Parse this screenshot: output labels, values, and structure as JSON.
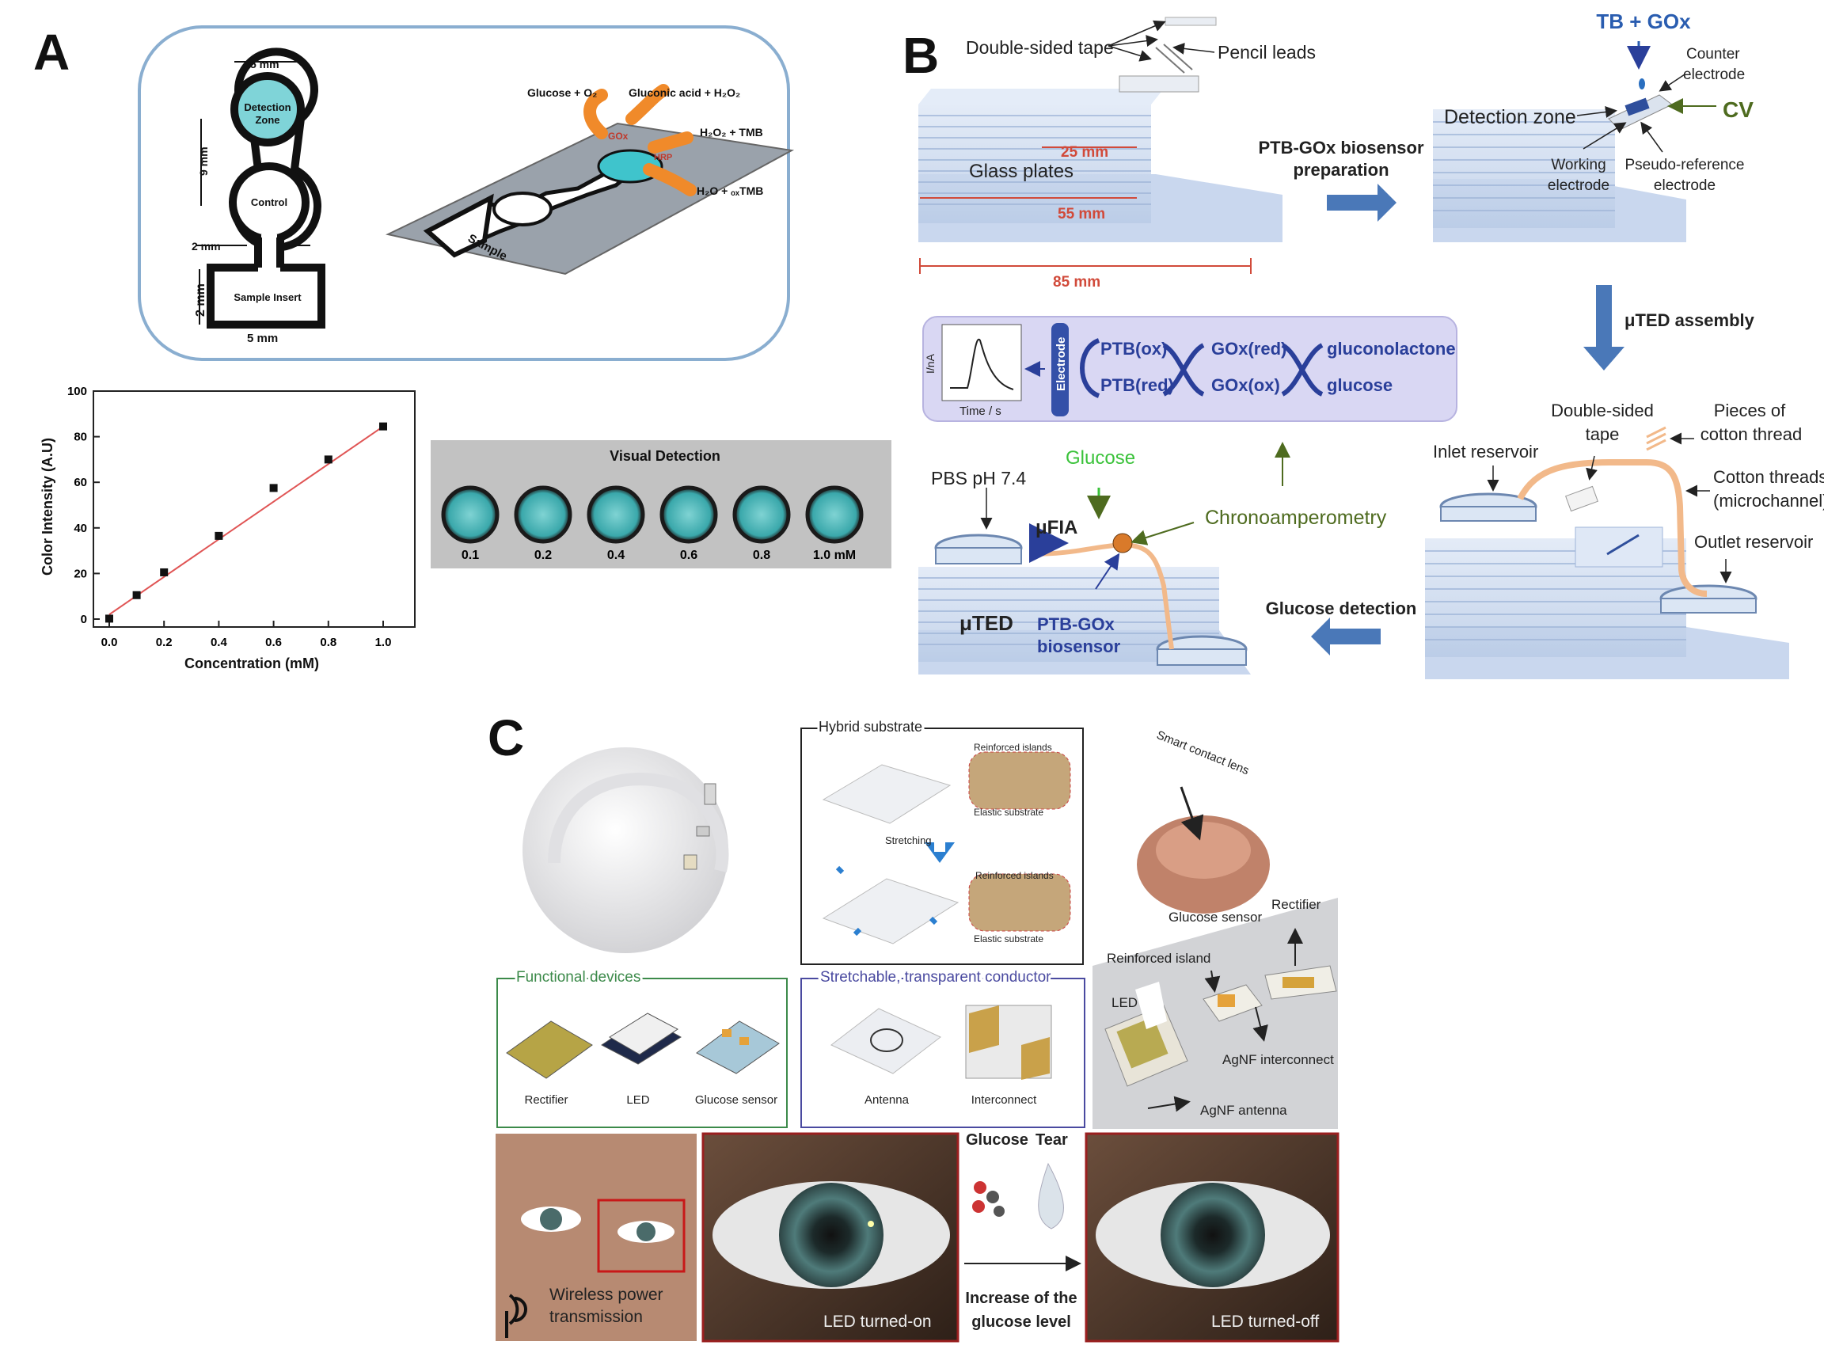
{
  "panels": {
    "a": {
      "letter": "A",
      "dims": {
        "top_width": "5 mm",
        "middle": "9 mm",
        "neck": "2 mm",
        "bottom_height": "2 mm",
        "bottom_width": "5 mm"
      },
      "zones": {
        "detection_line1": "Detection",
        "detection_line2": "Zone",
        "control": "Control",
        "sample_insert": "Sample Insert"
      },
      "reactions": {
        "r1": "Glucose + O₂",
        "r2": "Gluconic acid + H₂O₂",
        "r3": "H₂O₂ + TMB",
        "r4": "H₂O + ₒₓTMB",
        "gox": "GOx",
        "hrp": "HRP",
        "sample": "Sample"
      },
      "visual": {
        "title": "Visual Detection",
        "labels": [
          "0.1",
          "0.2",
          "0.4",
          "0.6",
          "0.8",
          "1.0 mM"
        ]
      }
    },
    "b": {
      "letter": "B",
      "labels": {
        "double_sided_tape": "Double-sided tape",
        "pencil_leads": "Pencil leads",
        "glass_plates": "Glass plates",
        "dim_25": "25 mm",
        "dim_55": "55 mm",
        "dim_85": "85 mm",
        "prep_line1": "PTB-GOx biosensor",
        "prep_line2": "preparation",
        "tb_gox": "TB + GOx",
        "counter_line1": "Counter",
        "counter_line2": "electrode",
        "detection_zone": "Detection zone",
        "cv": "CV",
        "working_line1": "Working",
        "working_line2": "electrode",
        "pseudo_line1": "Pseudo-reference",
        "pseudo_line2": "electrode",
        "assembly": "μTED assembly",
        "y_axis": "I/nA",
        "x_axis": "Time / s",
        "electrode": "Electrode",
        "ptb_ox": "PTB(ox)",
        "ptb_red": "PTB(red)",
        "gox_red": "GOx(red)",
        "gox_ox": "GOx(ox)",
        "gluconolactone": "gluconolactone",
        "glucose_word": "glucose",
        "glucose_drop": "Glucose",
        "pbs": "PBS pH 7.4",
        "ufia": "μFIA",
        "chrono": "Chronoamperometry",
        "uted": "μTED",
        "ptb_gox_line1": "PTB-GOx",
        "ptb_gox_line2": "biosensor",
        "glucose_detection": "Glucose detection",
        "ds_tape_line1": "Double-sided",
        "ds_tape_line2": "tape",
        "pieces_line1": "Pieces of",
        "pieces_line2": "cotton thread",
        "inlet": "Inlet reservoir",
        "cotton_line1": "Cotton threads",
        "cotton_line2": "(microchannel)",
        "outlet": "Outlet reservoir"
      }
    },
    "c": {
      "letter": "C",
      "labels": {
        "hybrid": "Hybrid substrate",
        "reinforced_islands": "Reinforced islands",
        "elastic_substrate": "Elastic substrate",
        "stretching": "Stretching",
        "smart_lens": "Smart contact lens",
        "functional_devices": "Functional devices",
        "rectifier_box": "Rectifier",
        "led_box": "LED",
        "glucose_sensor_box": "Glucose sensor",
        "stretchable": "Stretchable, transparent conductor",
        "antenna": "Antenna",
        "interconnect": "Interconnect",
        "glucose_sensor": "Glucose sensor",
        "rectifier": "Rectifier",
        "reinforced_island": "Reinforced island",
        "led": "LED",
        "agnf_interconnect": "AgNF interconnect",
        "agnf_antenna": "AgNF antenna",
        "wireless_line1": "Wireless power",
        "wireless_line2": "transmission",
        "led_on": "LED turned-on",
        "glucose": "Glucose",
        "tear": "Tear",
        "increase_line1": "Increase of the",
        "increase_line2": "glucose level",
        "led_off": "LED turned-off"
      }
    }
  },
  "chart_data": {
    "type": "scatter",
    "title": "",
    "xlabel": "Concentration (mM)",
    "ylabel": "Color Intensity (A.U)",
    "xlim": [
      0.0,
      1.0
    ],
    "ylim": [
      0,
      100
    ],
    "x_ticks": [
      "0.0",
      "0.2",
      "0.4",
      "0.6",
      "0.8",
      "1.0"
    ],
    "y_ticks": [
      "0",
      "20",
      "40",
      "60",
      "80",
      "100"
    ],
    "grid": false,
    "series": [
      {
        "x": [
          0.0,
          0.1,
          0.2,
          0.4,
          0.6,
          0.8,
          1.0
        ],
        "y": [
          0.2,
          10.5,
          20.5,
          36.5,
          57.5,
          70,
          84.5
        ]
      }
    ],
    "fit_line": {
      "x": [
        0.0,
        1.0
      ],
      "y": [
        2,
        84.5
      ]
    },
    "colors": {
      "points": "#111111",
      "fit": "#e05555"
    }
  }
}
